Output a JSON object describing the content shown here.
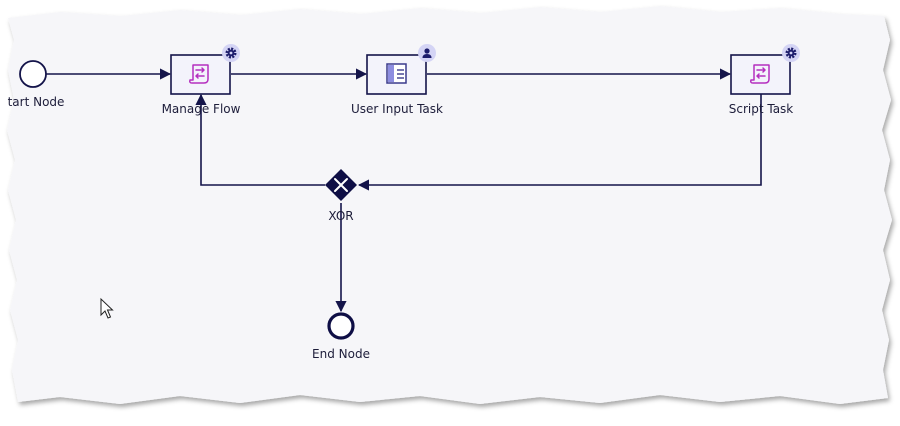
{
  "diagram": {
    "nodes": {
      "start": {
        "label": "tart Node",
        "kind": "start-event"
      },
      "manage_flow": {
        "label": "Manage Flow",
        "kind": "script-task",
        "badge_icon": "gear-icon",
        "task_icon": "script-scroll-icon"
      },
      "user_input": {
        "label": "User Input Task",
        "kind": "user-task",
        "badge_icon": "user-icon",
        "task_icon": "form-layout-icon"
      },
      "script_task": {
        "label": "Script Task",
        "kind": "script-task",
        "badge_icon": "gear-icon",
        "task_icon": "script-scroll-icon"
      },
      "xor": {
        "label": "XOR",
        "kind": "exclusive-gateway"
      },
      "end": {
        "label": "End Node",
        "kind": "end-event"
      }
    },
    "edges": [
      {
        "from": "start",
        "to": "manage_flow"
      },
      {
        "from": "manage_flow",
        "to": "user_input"
      },
      {
        "from": "user_input",
        "to": "script_task"
      },
      {
        "from": "script_task",
        "to": "xor"
      },
      {
        "from": "xor",
        "to": "manage_flow"
      },
      {
        "from": "xor",
        "to": "end"
      }
    ]
  },
  "colors": {
    "canvas": "#f6f6f9",
    "line": "#14144a",
    "task_fill": "#f3f3fb",
    "script_icon": "#b52fbf",
    "form_icon": "#3a3a8c",
    "badge_fill": "#d4d4f5",
    "badge_icon": "#1c1c6b",
    "gateway": "#0e0e45",
    "text": "#1d1d3a"
  }
}
